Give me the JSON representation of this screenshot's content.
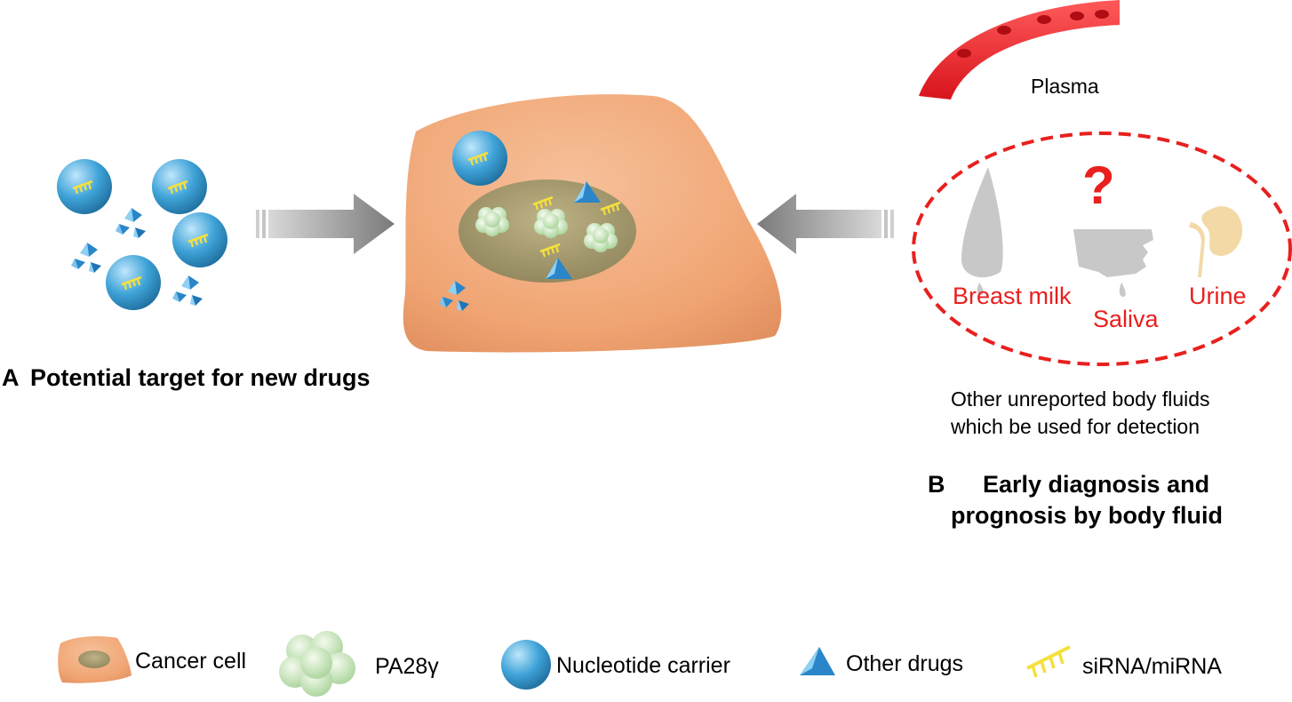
{
  "panel_a": {
    "letter": "A",
    "title": "Potential target for new drugs"
  },
  "panel_b": {
    "plasma_label": "Plasma",
    "question_mark": "?",
    "fluids": {
      "breast_milk": "Breast milk",
      "saliva": "Saliva",
      "urine": "Urine"
    },
    "note_line1": "Other unreported body fluids",
    "note_line2": "which  be used for detection",
    "letter": "B",
    "title_line1": "Early diagnosis and",
    "title_line2": "prognosis by body fluid"
  },
  "legend": {
    "cancer_cell": "Cancer cell",
    "pa28": "PA28γ",
    "carrier": "Nucleotide carrier",
    "drugs": "Other drugs",
    "sirna": "siRNA/miRNA"
  },
  "colors": {
    "cell": "#f2a878",
    "nucleus": "#a59a6e",
    "carrier": "#3fa3d8",
    "drug": "#2a86c8",
    "sirna": "#f5e03c",
    "pa28": "#cfe8c2",
    "accent_red": "#e8201e",
    "arrow": "#8c8c8c",
    "organ_gray": "#c8c8c8",
    "kidney": "#f2d9a6"
  }
}
